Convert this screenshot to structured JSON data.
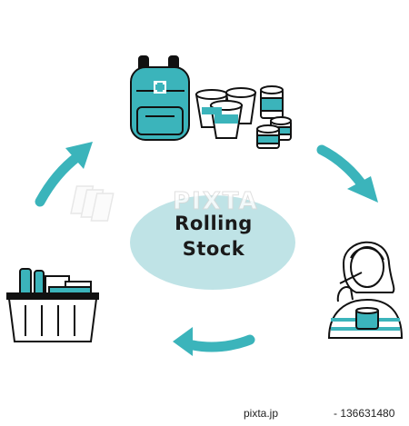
{
  "diagram": {
    "center_label_line1": "Rolling",
    "center_label_line2": "Stock",
    "accent_color": "#3bb4bb",
    "blob_color": "#bfe3e6",
    "nodes": [
      {
        "id": "supplies",
        "icons": [
          "backpack-icon",
          "instant-cup-icon",
          "canned-food-icon"
        ]
      },
      {
        "id": "eating",
        "icons": [
          "woman-eating-icon"
        ]
      },
      {
        "id": "shopping",
        "icons": [
          "shopping-basket-icon"
        ]
      }
    ]
  },
  "watermark": {
    "text": "PIXTA"
  },
  "footer": {
    "site": "pixta.jp",
    "id": "- 136631480"
  }
}
